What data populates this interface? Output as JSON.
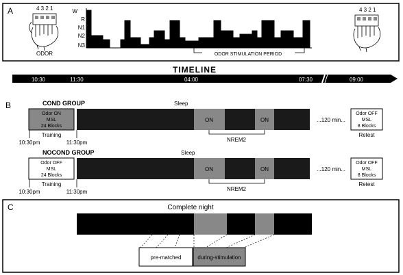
{
  "panel_a": {
    "label": "A",
    "left_device_numbers": "4 3 2 1",
    "right_device_numbers": "4 3 2 1",
    "odor_label": "ODOR",
    "stage_labels": [
      "W",
      "R",
      "N1",
      "N2",
      "N3"
    ],
    "stimulation_label": "ODOR STIMULATION PERIOD"
  },
  "timeline": {
    "title": "TIMELINE",
    "ticks": [
      "10:30",
      "11:30",
      "04:00",
      "07:30",
      "09:00"
    ]
  },
  "panel_b": {
    "label": "B",
    "cond": {
      "group_name": "COND GROUP",
      "sleep_label": "Sleep",
      "training_box": [
        "Odor ON",
        "MSL",
        "24 Blocks"
      ],
      "training_label": "Training",
      "start_time": "10:30pm",
      "sleep_start": "11:30pm",
      "on_labels": [
        "ON",
        "ON"
      ],
      "nrem_label": "NREM2",
      "gap_label": "...120 min...",
      "retest_box": [
        "Odor OFF",
        "MSL",
        "8 Blocks"
      ],
      "retest_label": "Retest"
    },
    "nocond": {
      "group_name": "NOCOND GROUP",
      "sleep_label": "Sleep",
      "training_box": [
        "Odor OFF",
        "MSL",
        "24 Blocks"
      ],
      "training_label": "Training",
      "start_time": "10:30pm",
      "sleep_start": "11:30pm",
      "on_labels": [
        "ON",
        "ON"
      ],
      "nrem_label": "NREM2",
      "gap_label": "...120 min...",
      "retest_box": [
        "Odor OFF",
        "MSL",
        "8 Blocks"
      ],
      "retest_label": "Retest"
    }
  },
  "panel_c": {
    "label": "C",
    "title": "Complete night",
    "pre_label": "pre-matched",
    "during_label": "during-stimulation"
  }
}
